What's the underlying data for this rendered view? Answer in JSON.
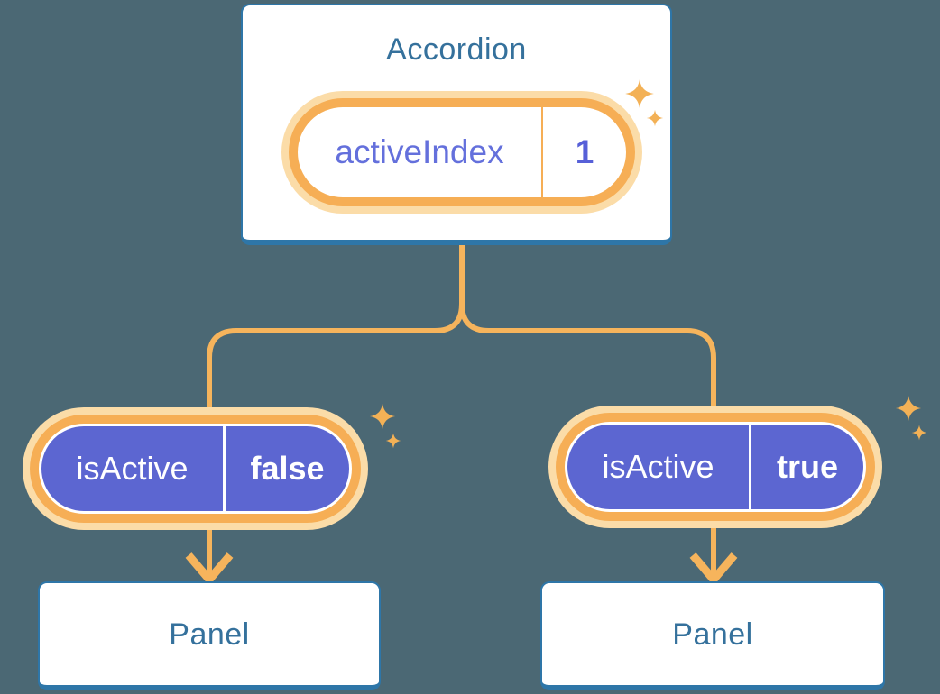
{
  "diagram": {
    "root": {
      "title": "Accordion",
      "state_pill": {
        "label": "activeIndex",
        "value": "1"
      }
    },
    "children": [
      {
        "prop_pill": {
          "label": "isActive",
          "value": "false"
        },
        "panel_title": "Panel"
      },
      {
        "prop_pill": {
          "label": "isActive",
          "value": "true"
        },
        "panel_title": "Panel"
      }
    ]
  },
  "colors": {
    "background": "#4B6874",
    "card_border": "#2E76A8",
    "heading_text": "#35719C",
    "connector_orange": "#F6B45C",
    "pill_ring_orange": "#F6AE55",
    "pill_halo": "#FBDCA8",
    "purple_fill": "#5C66D1",
    "purple_key_text": "#6470DC",
    "purple_value_text": "#5760D8",
    "sparkle_orange": "#F3B156"
  },
  "icons": {
    "sparkle": "sparkle-icon",
    "arrow_down": "arrow-down-icon"
  }
}
